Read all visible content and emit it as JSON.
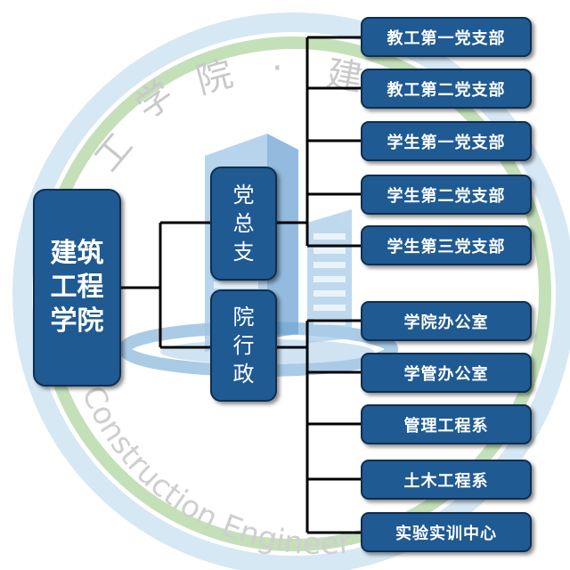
{
  "watermark": {
    "arc_cn_chars": [
      "工",
      "学",
      "院",
      "·",
      "建"
    ],
    "arc_en": "Construction Engineer",
    "colors": {
      "outer_ring": "#cde3f1",
      "inner_ring": "#bcdcb0",
      "building": "#7fb3dc"
    }
  },
  "root": {
    "label": "建筑工程学院"
  },
  "branches": [
    {
      "label": "党总支",
      "children": [
        "教工第一党支部",
        "教工第二党支部",
        "学生第一党支部",
        "学生第二党支部",
        "学生第三党支部"
      ]
    },
    {
      "label": "院行政",
      "children": [
        "学院办公室",
        "学管办公室",
        "管理工程系",
        "土木工程系",
        "实验实训中心"
      ]
    }
  ],
  "colors": {
    "box_fill": "#1f5a93",
    "box_border": "#0f2e4f",
    "box_text": "#ffffff",
    "connector": "#000000"
  }
}
